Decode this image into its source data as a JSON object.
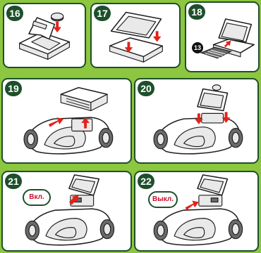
{
  "colors": {
    "background": "#8dc63f",
    "panel_border": "#1d4f2b",
    "badge": "#1d4f2b",
    "arrow": "#e2231a",
    "oval_text": "#c8102e"
  },
  "steps": [
    {
      "number": "16"
    },
    {
      "number": "17"
    },
    {
      "number": "18",
      "sub_step": "13"
    },
    {
      "number": "19"
    },
    {
      "number": "20"
    },
    {
      "number": "21",
      "label": "Вкл."
    },
    {
      "number": "22",
      "label": "Выкл."
    }
  ]
}
